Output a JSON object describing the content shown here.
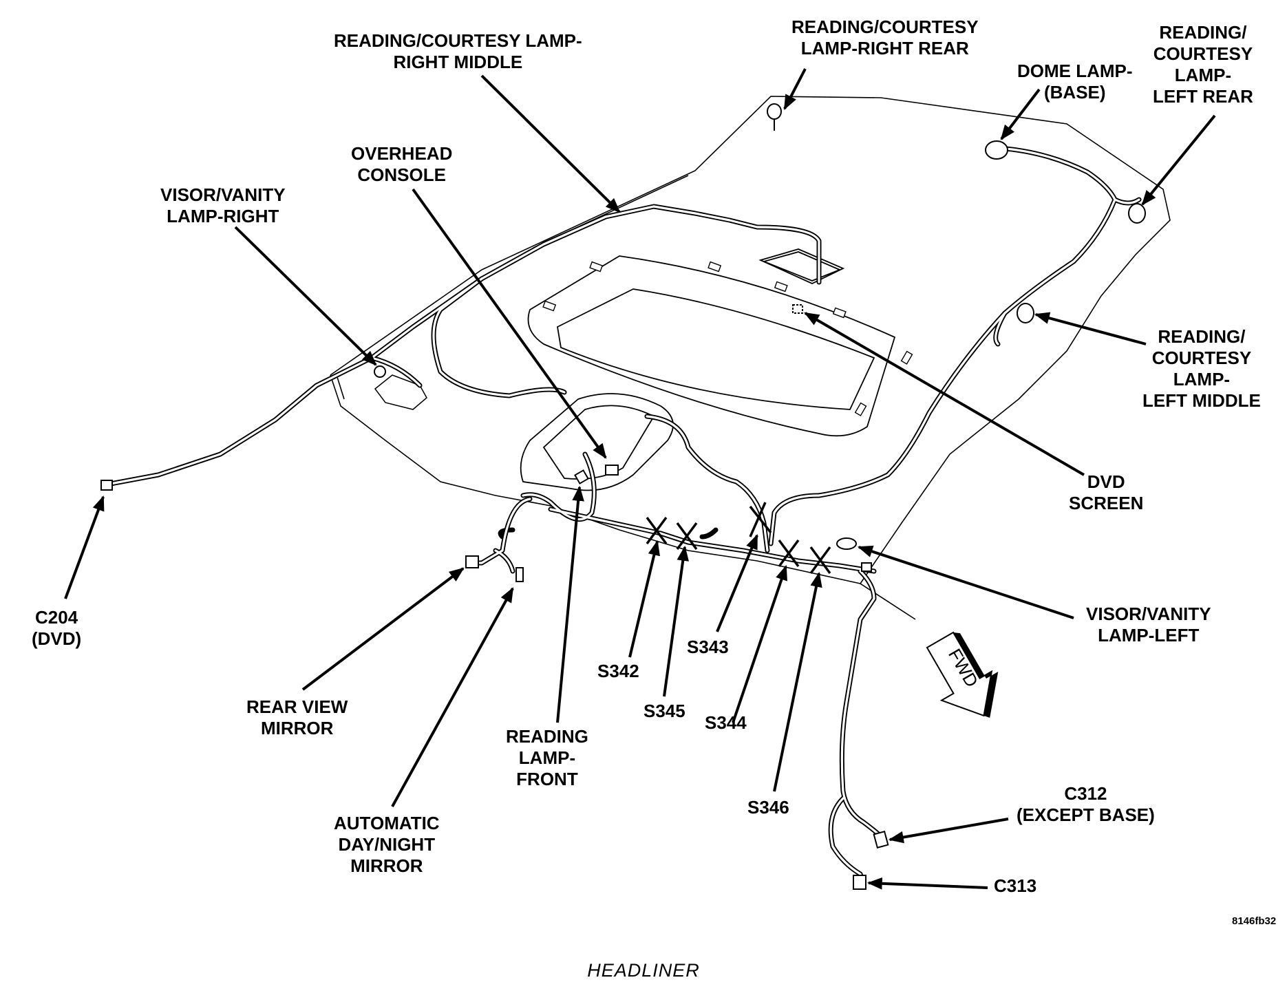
{
  "labels": {
    "reading_lamp_right_middle": [
      "READING/COURTESY LAMP-",
      "RIGHT MIDDLE"
    ],
    "reading_lamp_right_rear": [
      "READING/COURTESY",
      "LAMP-RIGHT REAR"
    ],
    "dome_lamp": [
      "DOME LAMP-",
      "(BASE)"
    ],
    "reading_lamp_left_rear": [
      "READING/",
      "COURTESY",
      "LAMP-",
      "LEFT REAR"
    ],
    "overhead_console": [
      "OVERHEAD",
      "CONSOLE"
    ],
    "visor_lamp_right": [
      "VISOR/VANITY",
      "LAMP-RIGHT"
    ],
    "reading_lamp_left_middle": [
      "READING/",
      "COURTESY",
      "LAMP-",
      "LEFT MIDDLE"
    ],
    "dvd_screen": [
      "DVD",
      "SCREEN"
    ],
    "visor_lamp_left": [
      "VISOR/VANITY",
      "LAMP-LEFT"
    ],
    "c204": [
      "C204",
      "(DVD)"
    ],
    "rear_view_mirror": [
      "REAR VIEW",
      "MIRROR"
    ],
    "auto_mirror": [
      "AUTOMATIC",
      "DAY/NIGHT",
      "MIRROR"
    ],
    "reading_lamp_front": [
      "READING",
      "LAMP-",
      "FRONT"
    ],
    "s342": [
      "S342"
    ],
    "s345": [
      "S345"
    ],
    "s343": [
      "S343"
    ],
    "s344": [
      "S344"
    ],
    "s346": [
      "S346"
    ],
    "c312": [
      "C312",
      "(EXCEPT BASE)"
    ],
    "c313": [
      "C313"
    ]
  },
  "fwd_text": "FWD",
  "figure_id": "8146fb32",
  "caption": "HEADLINER"
}
